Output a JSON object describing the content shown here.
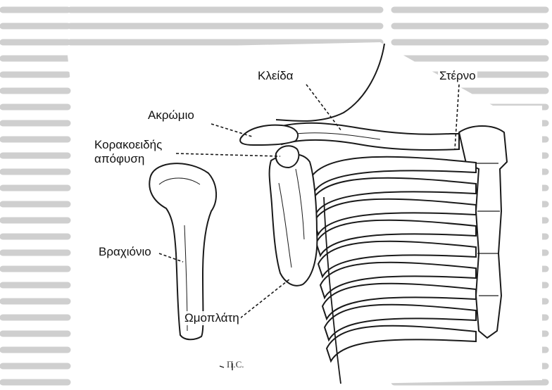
{
  "labels": {
    "kleida": "Κλείδα",
    "sterno": "Στέρνο",
    "akromio": "Ακρώμιο",
    "korakoeidis_line1": "Κορακοειδής",
    "korakoeidis_line2": "απόφυση",
    "vraxionio": "Βραχιόνιο",
    "omoplati": "Ωμοπλάτη"
  },
  "signature": "Π.C.",
  "colors": {
    "ink": "#1a1a1a",
    "page_text": "#9a9a9a",
    "background": "#ffffff"
  }
}
